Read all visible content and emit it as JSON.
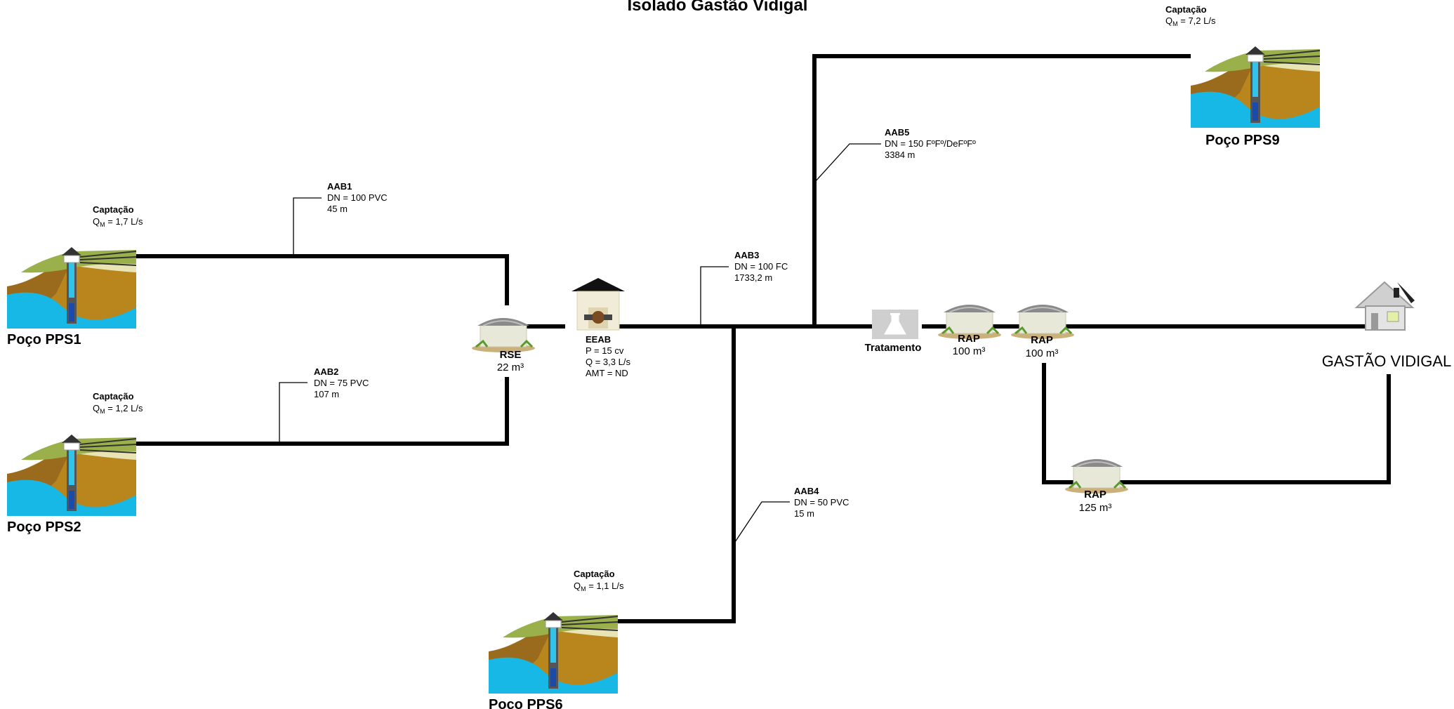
{
  "title": "Isolado Gastão Vidigal",
  "wells": [
    {
      "name": "Poço PPS1",
      "captacao_label": "Captação",
      "flow_prefix": "Q",
      "flow_sub": "M",
      "flow_value": " = 1,7 L/s"
    },
    {
      "name": "Poço PPS2",
      "captacao_label": "Captação",
      "flow_prefix": "Q",
      "flow_sub": "M",
      "flow_value": " = 1,2 L/s"
    },
    {
      "name": "Poço PPS6",
      "captacao_label": "Captação",
      "flow_prefix": "Q",
      "flow_sub": "M",
      "flow_value": " = 1,1 L/s"
    },
    {
      "name": "Poço PPS9",
      "captacao_label": "Captação",
      "flow_prefix": "Q",
      "flow_sub": "M",
      "flow_value": " = 7,2 L/s"
    }
  ],
  "pipes": [
    {
      "id": "AAB1",
      "dn": "DN = 100 PVC",
      "length": "45 m"
    },
    {
      "id": "AAB2",
      "dn": "DN = 75 PVC",
      "length": "107 m"
    },
    {
      "id": "AAB3",
      "dn": "DN = 100 FC",
      "length": "1733,2 m"
    },
    {
      "id": "AAB4",
      "dn": "DN = 50 PVC",
      "length": "15 m"
    },
    {
      "id": "AAB5",
      "dn": "DN = 150 FºFº/DeFºFº",
      "length": "3384 m"
    }
  ],
  "rse": {
    "label": "RSE",
    "volume": "22 m³"
  },
  "eeab": {
    "label": "EEAB",
    "power": "P = 15 cv",
    "flow": "Q = 3,3 L/s",
    "amt": "AMT = ND"
  },
  "treatment": {
    "label": "Tratamento"
  },
  "reservoirs": [
    {
      "label": "RAP",
      "volume": "100 m³"
    },
    {
      "label": "RAP",
      "volume": "100 m³"
    },
    {
      "label": "RAP",
      "volume": "125 m³"
    }
  ],
  "city": {
    "label": "GASTÃO VIDIGAL"
  }
}
